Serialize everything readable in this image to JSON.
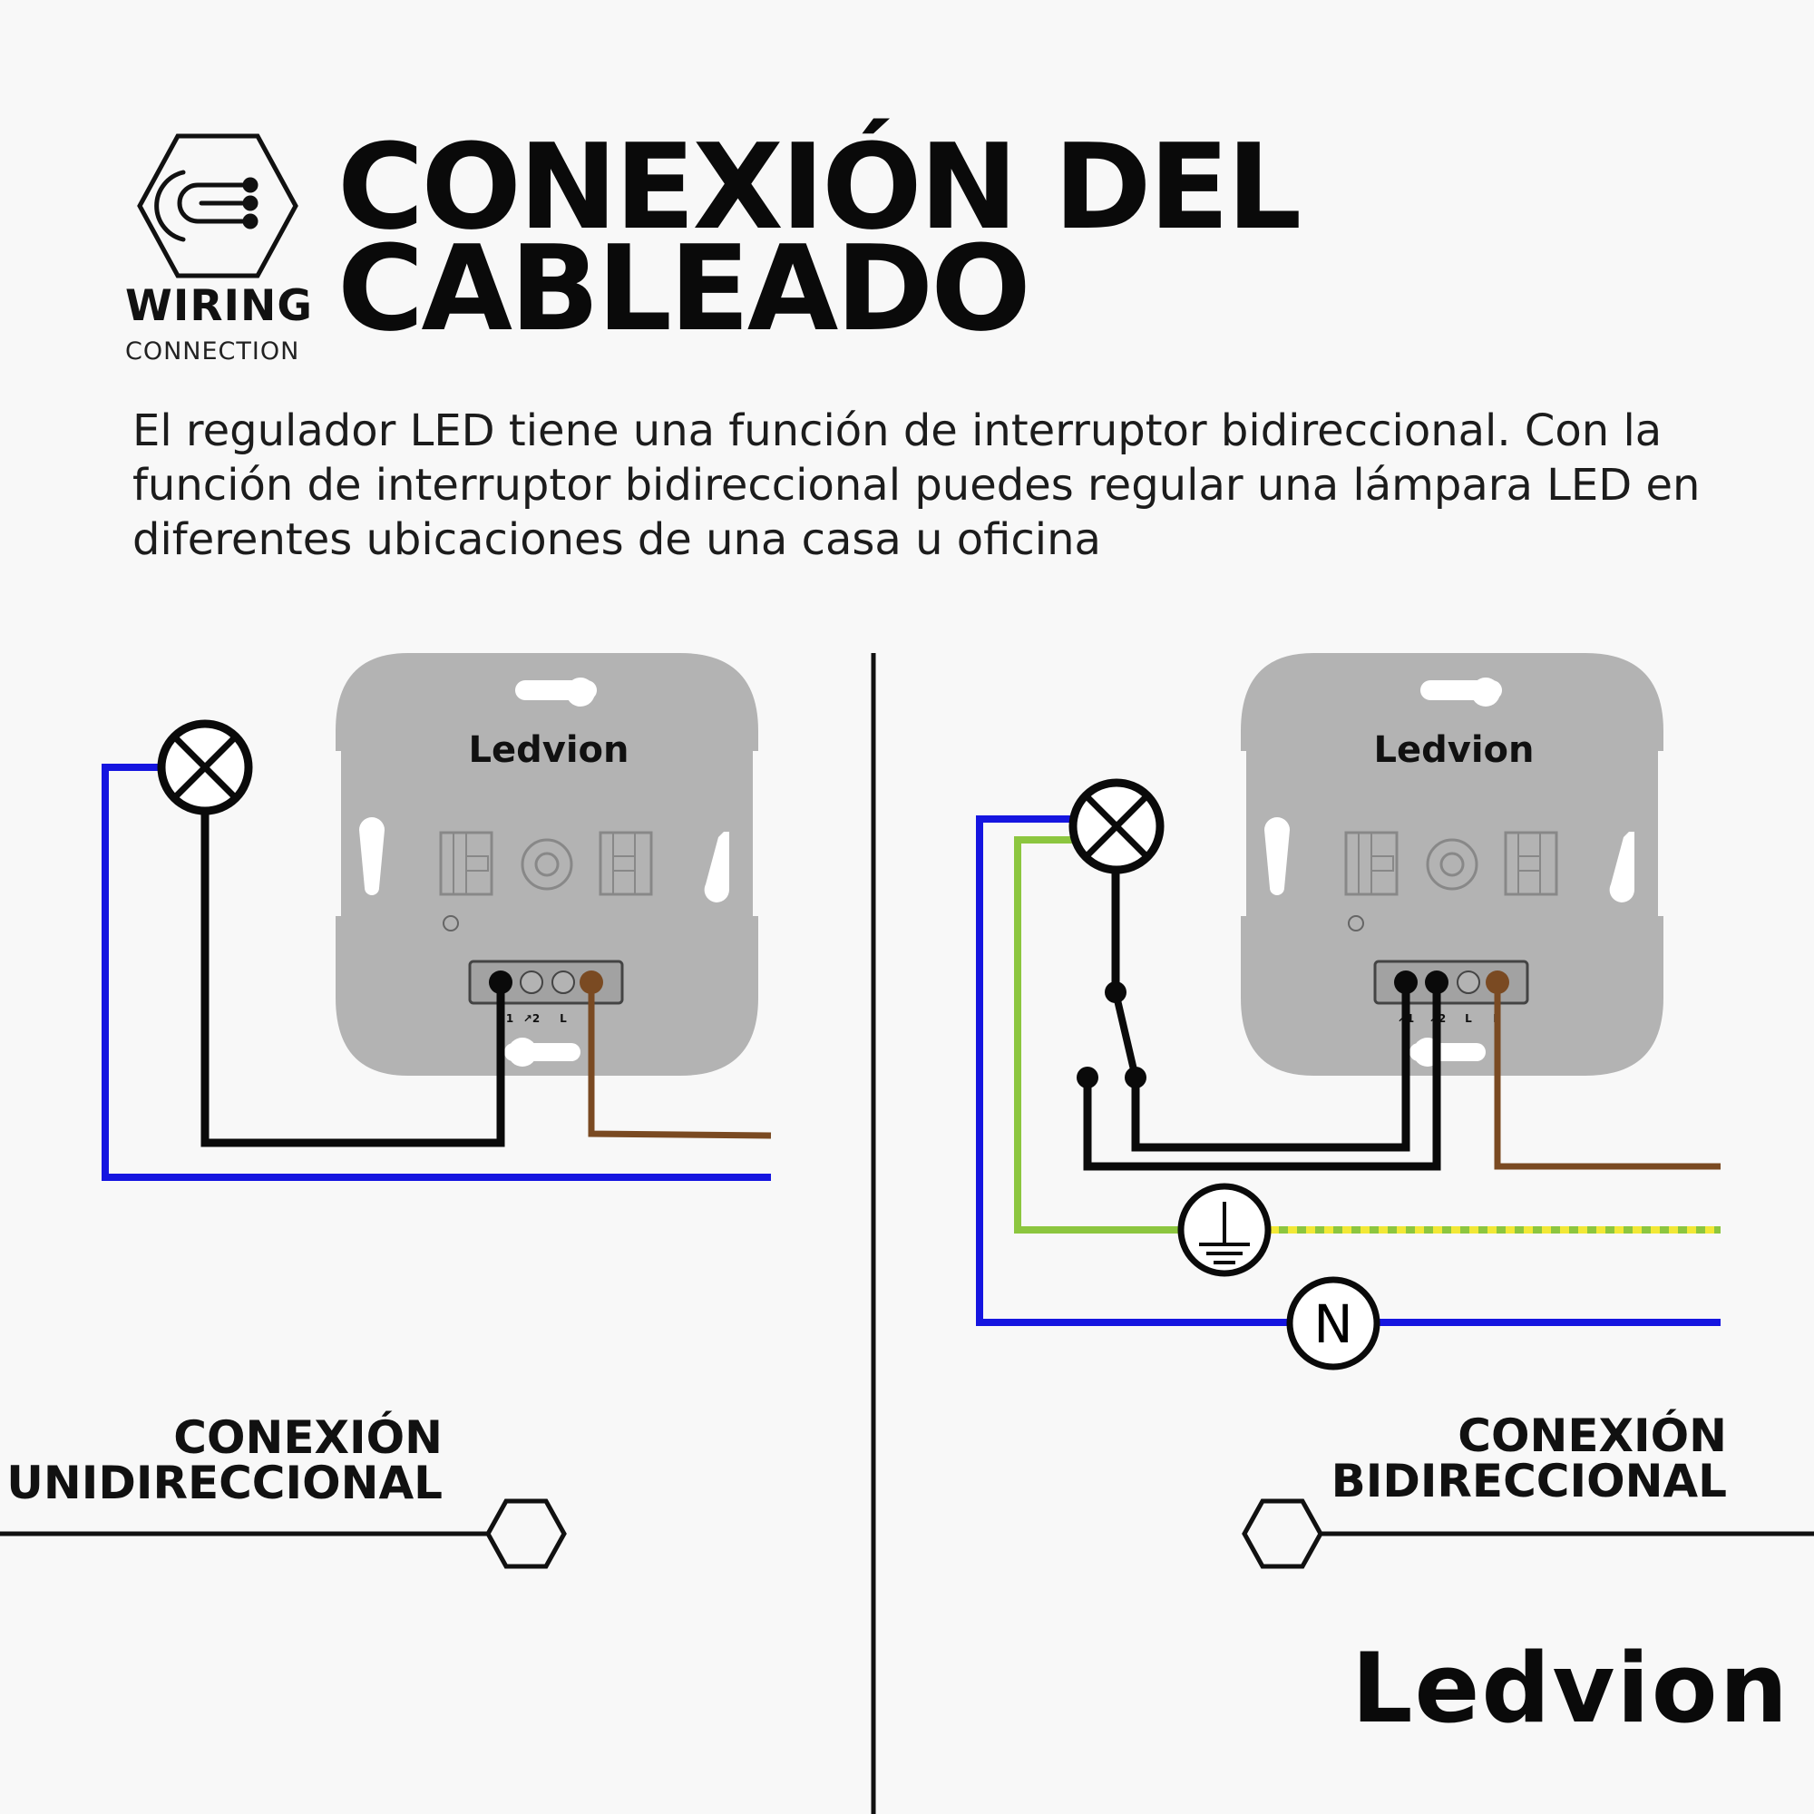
{
  "header": {
    "badge_title": "WIRING",
    "badge_subtitle": "CONNECTION",
    "title_line1": "CONEXIÓN DEL",
    "title_line2": "CABLEADO",
    "intro": "El regulador LED tiene una función de interruptor bidireccional. Con la función de interruptor bidireccional puedes regular una lámpara LED en diferentes ubicaciones de una casa u oficina"
  },
  "device": {
    "brand": "Ledvion",
    "terminals": [
      "↗1",
      "↗2",
      "L",
      "L"
    ]
  },
  "diagram_left": {
    "label_line1": "CONEXIÓN",
    "label_line2": "UNIDIRECCIONAL"
  },
  "diagram_right": {
    "label_line1": "CONEXIÓN",
    "label_line2": "BIDIRECCIONAL",
    "neutral_symbol": "N"
  },
  "footer": {
    "brand": "Ledvion"
  },
  "colors": {
    "neutral_wire": "#1515e0",
    "live_wire": "#7a4a22",
    "switch_wire": "#0a0a0a",
    "earth_wire": "#8cc63f",
    "earth_stripe": "#f2e836",
    "device_body": "#b3b3b3"
  }
}
